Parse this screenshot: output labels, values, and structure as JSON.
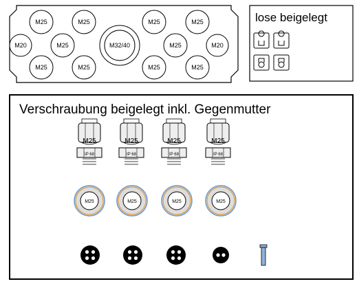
{
  "enclosure": {
    "holes": [
      {
        "id": "top-1",
        "label": "M25"
      },
      {
        "id": "top-2",
        "label": "M25"
      },
      {
        "id": "top-3",
        "label": "M25"
      },
      {
        "id": "top-4",
        "label": "M25"
      },
      {
        "id": "mid-left-edge",
        "label": "M20"
      },
      {
        "id": "mid-left",
        "label": "M25"
      },
      {
        "id": "center",
        "label": "M32/40"
      },
      {
        "id": "mid-right",
        "label": "M25"
      },
      {
        "id": "mid-right-edge",
        "label": "M20"
      },
      {
        "id": "bottom-1",
        "label": "M25"
      },
      {
        "id": "bottom-2",
        "label": "M25"
      },
      {
        "id": "bottom-3",
        "label": "M25"
      },
      {
        "id": "bottom-4",
        "label": "M25"
      }
    ]
  },
  "loose_parts": {
    "title": "lose beigelegt"
  },
  "included": {
    "title": "Verschraubung beigelegt inkl. Gegenmutter",
    "gland_label": "M25",
    "gland_rating": "IP 68",
    "nut_label": "M25"
  },
  "colors": {
    "stroke": "#000000",
    "nut_fill": "#dddddd",
    "nut_ring_orange": "#e59a3a",
    "nut_ring_blue": "#6c9ad2",
    "pin_fill": "#8fb2d6"
  }
}
